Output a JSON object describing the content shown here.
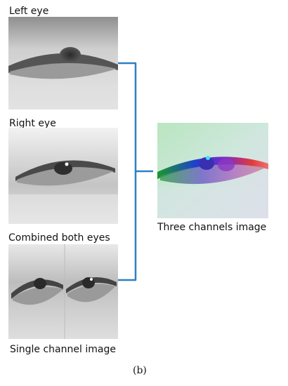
{
  "labels": {
    "left_eye": "Left eye",
    "right_eye": "Right eye",
    "combined": "Combined both eyes",
    "single_channel": "Single channel image",
    "three_channels": "Three channels image",
    "subfigure": "(b)"
  },
  "colors": {
    "bracket": "#2e7fc1"
  }
}
